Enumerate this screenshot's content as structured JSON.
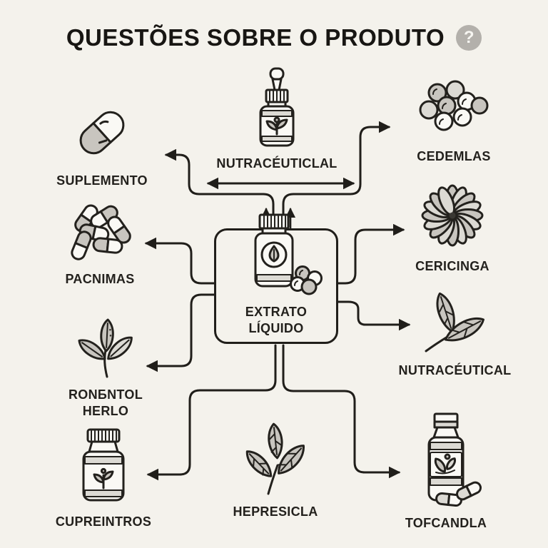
{
  "title": {
    "text": "QUESTÕES SOBRE O PRODUTO",
    "badge": "?"
  },
  "center": {
    "label": "EXTRATO LÍQUIDO",
    "icon": "extract-bottle-with-berries"
  },
  "nodes": {
    "nutraceuticlal": {
      "label": "NUTRACÉUTICLAL",
      "icon": "dropper-bottle"
    },
    "cedemlas": {
      "label": "CEDEMLAS",
      "icon": "berries-cluster"
    },
    "suplemento": {
      "label": "SUPLEMENTO",
      "icon": "capsule"
    },
    "pacnimas": {
      "label": "PACNIMAS",
      "icon": "pills-pile"
    },
    "cericinga": {
      "label": "CERICINGA",
      "icon": "flower"
    },
    "nutraceutical": {
      "label": "NUTRACÉUTICAL",
      "icon": "two-leaves"
    },
    "rongntol": {
      "label_line1": "RONБNTOL",
      "label_line2": "HERLO",
      "icon": "leaf-sprout"
    },
    "cupreintros": {
      "label": "CUPREINTROS",
      "icon": "supplement-jar"
    },
    "hepresicla": {
      "label": "HEPRESICLA",
      "icon": "three-leaves"
    },
    "tofcandla": {
      "label": "TOFCANDLA",
      "icon": "bottle-with-capsules"
    }
  },
  "edges": [
    {
      "from": "extrato-liquido",
      "to": "nutraceuticlal",
      "style": "double-headed"
    },
    {
      "from": "extrato-liquido",
      "to": "suplemento"
    },
    {
      "from": "extrato-liquido",
      "to": "cedemlas"
    },
    {
      "from": "extrato-liquido",
      "to": "pacnimas"
    },
    {
      "from": "extrato-liquido",
      "to": "cericinga"
    },
    {
      "from": "extrato-liquido",
      "to": "rongntol"
    },
    {
      "from": "extrato-liquido",
      "to": "nutraceutical"
    },
    {
      "from": "extrato-liquido",
      "to": "cupreintros"
    },
    {
      "from": "extrato-liquido",
      "to": "tofcandla"
    }
  ],
  "colors": {
    "background": "#f4f2ec",
    "line": "#201e1a",
    "gray_fill": "#c8c5bf",
    "light_fill": "#dcdad4",
    "white_fill": "#faf9f5",
    "badge_gray": "#b3b0ab"
  }
}
